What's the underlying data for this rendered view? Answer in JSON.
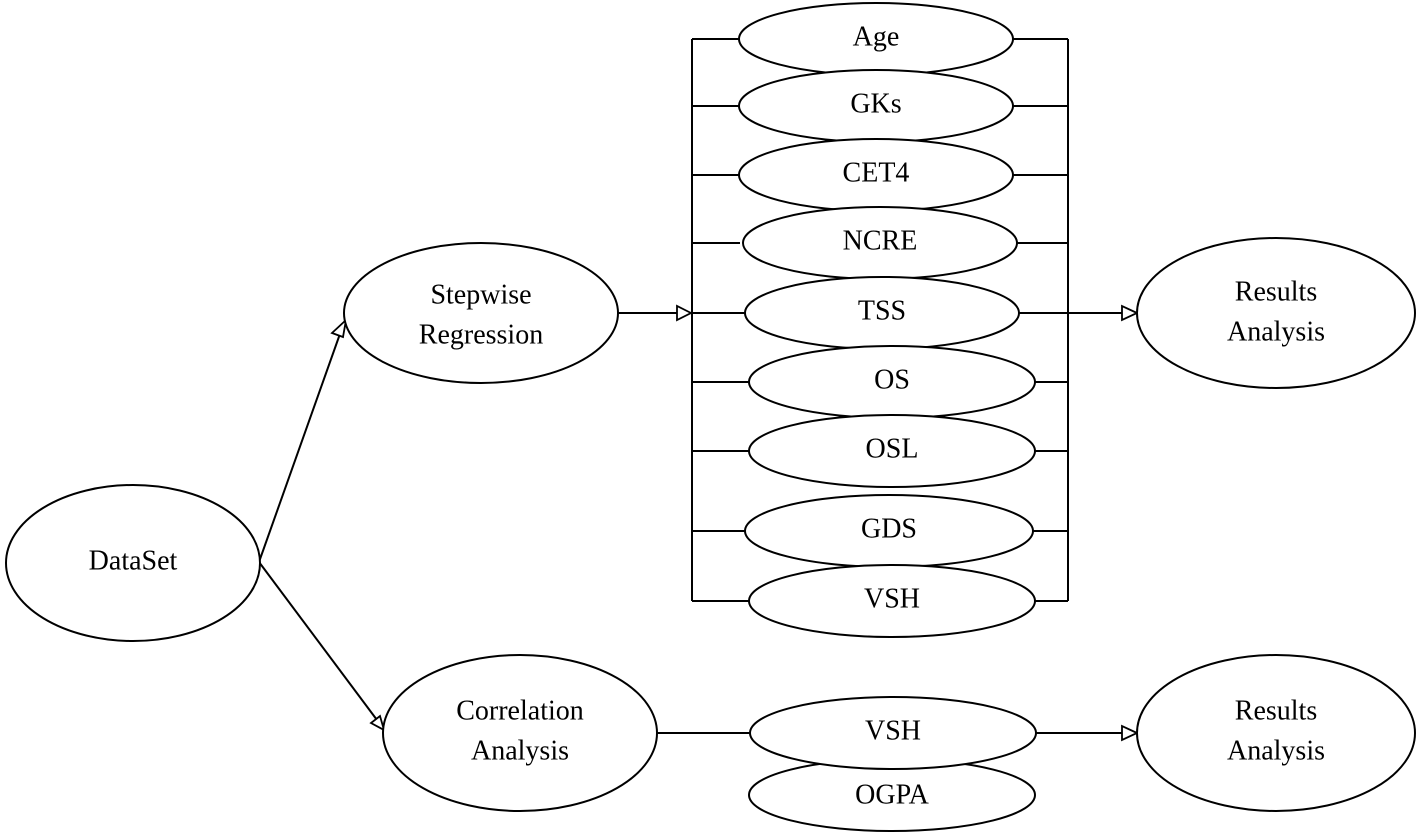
{
  "nodes": {
    "dataset": "DataSet",
    "stepwise": [
      "Stepwise",
      "Regression"
    ],
    "correlation": [
      "Correlation",
      "Analysis"
    ],
    "results_top": [
      "Results",
      "Analysis"
    ],
    "results_bottom": [
      "Results",
      "Analysis"
    ]
  },
  "variables": [
    "Age",
    "GKs",
    "CET4",
    "NCRE",
    "TSS",
    "OS",
    "OSL",
    "GDS",
    "VSH"
  ],
  "correlation_vars": [
    "VSH",
    "OGPA"
  ]
}
